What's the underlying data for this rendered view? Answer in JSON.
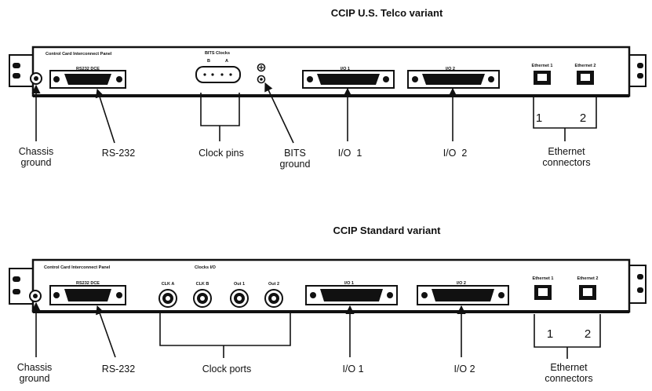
{
  "telco": {
    "title": "CCIP U.S. Telco variant",
    "panel_label": "Control Card Interconnect Panel",
    "rs232_label": "RS232 DCE",
    "bits_label": "BITS Clocks",
    "bits_pin_a": "B",
    "bits_pin_b": "A",
    "io1_label": "I/O 1",
    "io2_label": "I/O 2",
    "eth1_label": "Ethernet 1",
    "eth2_label": "Ethernet 2",
    "num1": "1",
    "num2": "2",
    "callouts": {
      "chassis": [
        "Chassis",
        "ground"
      ],
      "rs232": "RS-232",
      "clock": "Clock pins",
      "bits": [
        "BITS",
        "ground"
      ],
      "io1": "I/O  1",
      "io2": "I/O  2",
      "eth": [
        "Ethernet",
        "connectors"
      ]
    }
  },
  "standard": {
    "title": "CCIP Standard variant",
    "panel_label": "Control Card Interconnect Panel",
    "clocks_label": "Clocks I/O",
    "rs232_label": "RS232 DCE",
    "port_labels": [
      "CLK A",
      "CLK B",
      "Out 1",
      "Out 2"
    ],
    "io1_label": "I/O 1",
    "io2_label": "I/O 2",
    "eth1_label": "Ethernet 1",
    "eth2_label": "Ethernet 2",
    "num1": "1",
    "num2": "2",
    "callouts": {
      "chassis": [
        "Chassis",
        "ground"
      ],
      "rs232": "RS-232",
      "clock": "Clock ports",
      "io1": "I/O 1",
      "io2": "I/O 2",
      "eth": [
        "Ethernet",
        "connectors"
      ]
    }
  }
}
